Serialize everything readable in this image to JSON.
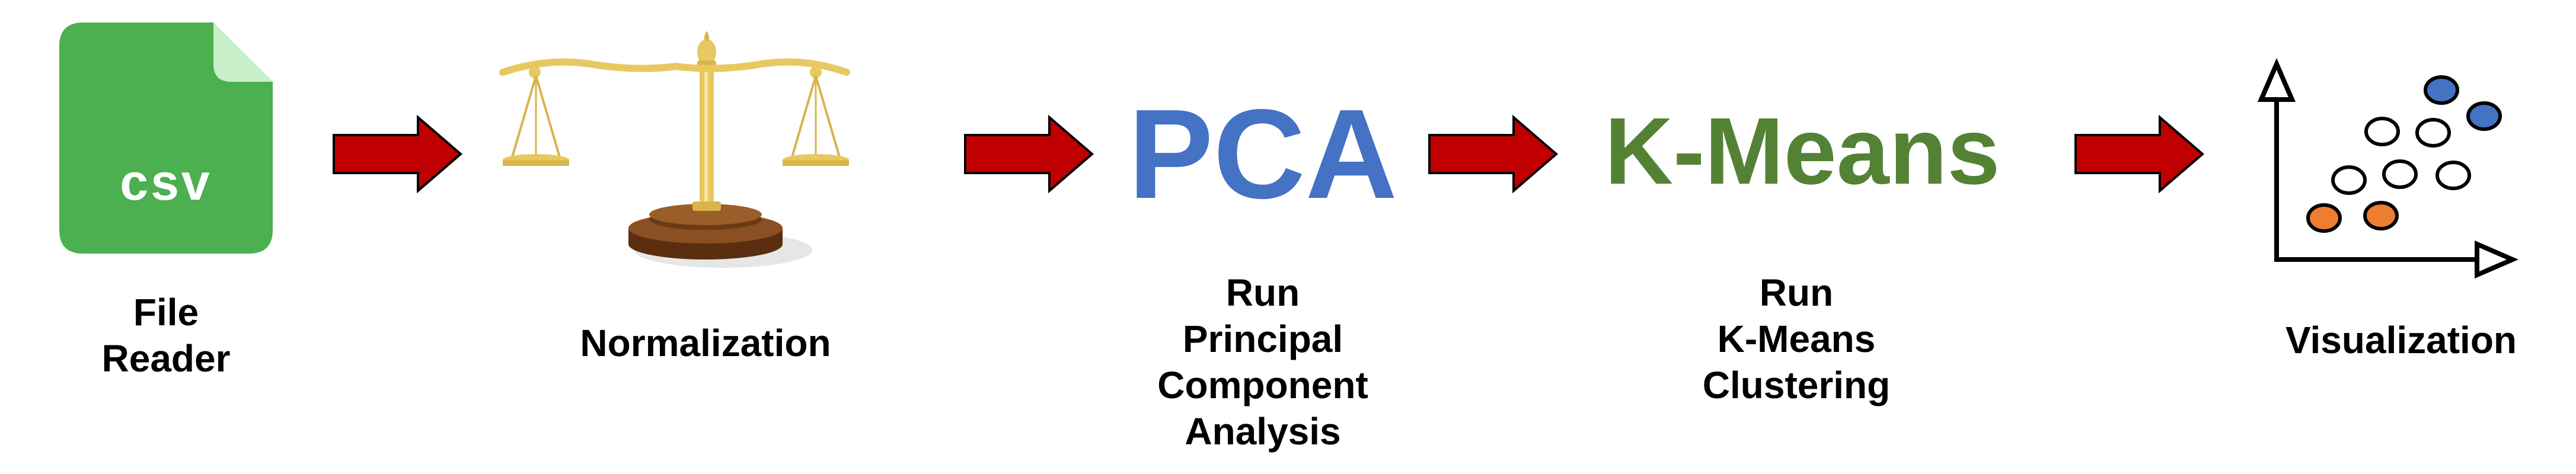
{
  "pipeline": {
    "steps": [
      {
        "id": "file-reader",
        "icon": "csv-file-icon",
        "badge": "csv",
        "label_lines": [
          "File",
          "Reader"
        ]
      },
      {
        "id": "normalization",
        "icon": "balance-scale-icon",
        "label_lines": [
          "Normalization"
        ]
      },
      {
        "id": "pca",
        "icon_text": "PCA",
        "label_lines": [
          "Run",
          "Principal",
          "Component",
          "Analysis"
        ]
      },
      {
        "id": "kmeans",
        "icon_text": "K-Means",
        "label_lines": [
          "Run",
          "K-Means",
          "Clustering"
        ]
      },
      {
        "id": "visualization",
        "icon": "scatter-plot-icon",
        "label_lines": [
          "Visualization"
        ]
      }
    ],
    "arrow_icon": "right-arrow-icon"
  },
  "colors": {
    "csv_green": "#4caf50",
    "csv_fold": "#c8f0c8",
    "arrow_red": "#c00000",
    "pca_blue": "#4472c4",
    "kmeans_green": "#548235",
    "scale_gold": "#e8c860",
    "scale_base": "#6b3a15",
    "dot_blue": "#4472c4",
    "dot_orange": "#ed7d31"
  }
}
